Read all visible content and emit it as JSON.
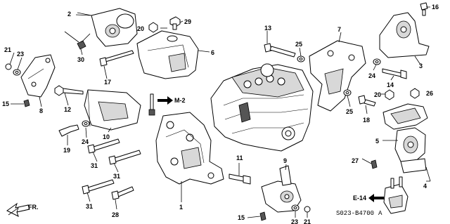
{
  "labels": {
    "l1": "1",
    "l2": "2",
    "l3": "3",
    "l4": "4",
    "l5": "5",
    "l6": "6",
    "l7": "7",
    "l8": "8",
    "l9": "9",
    "l10": "10",
    "l11": "11",
    "l12": "12",
    "l13": "13",
    "l14": "14",
    "l15a": "15",
    "l15b": "15",
    "l16": "16",
    "l17": "17",
    "l18": "18",
    "l19": "19",
    "l20a": "20",
    "l20b": "20",
    "l21a": "21",
    "l21b": "21",
    "l23a": "23",
    "l23b": "23",
    "l24a": "24",
    "l24b": "24",
    "l25a": "25",
    "l25b": "25",
    "l26": "26",
    "l27": "27",
    "l28": "28",
    "l29": "29",
    "l30": "30",
    "l31a": "31",
    "l31b": "31",
    "l31c": "31"
  },
  "refs": {
    "m2": "M-2",
    "e14": "E-14",
    "fr": "FR."
  },
  "diagram_code": "S023-B4700",
  "diagram_code_suffix": "A"
}
